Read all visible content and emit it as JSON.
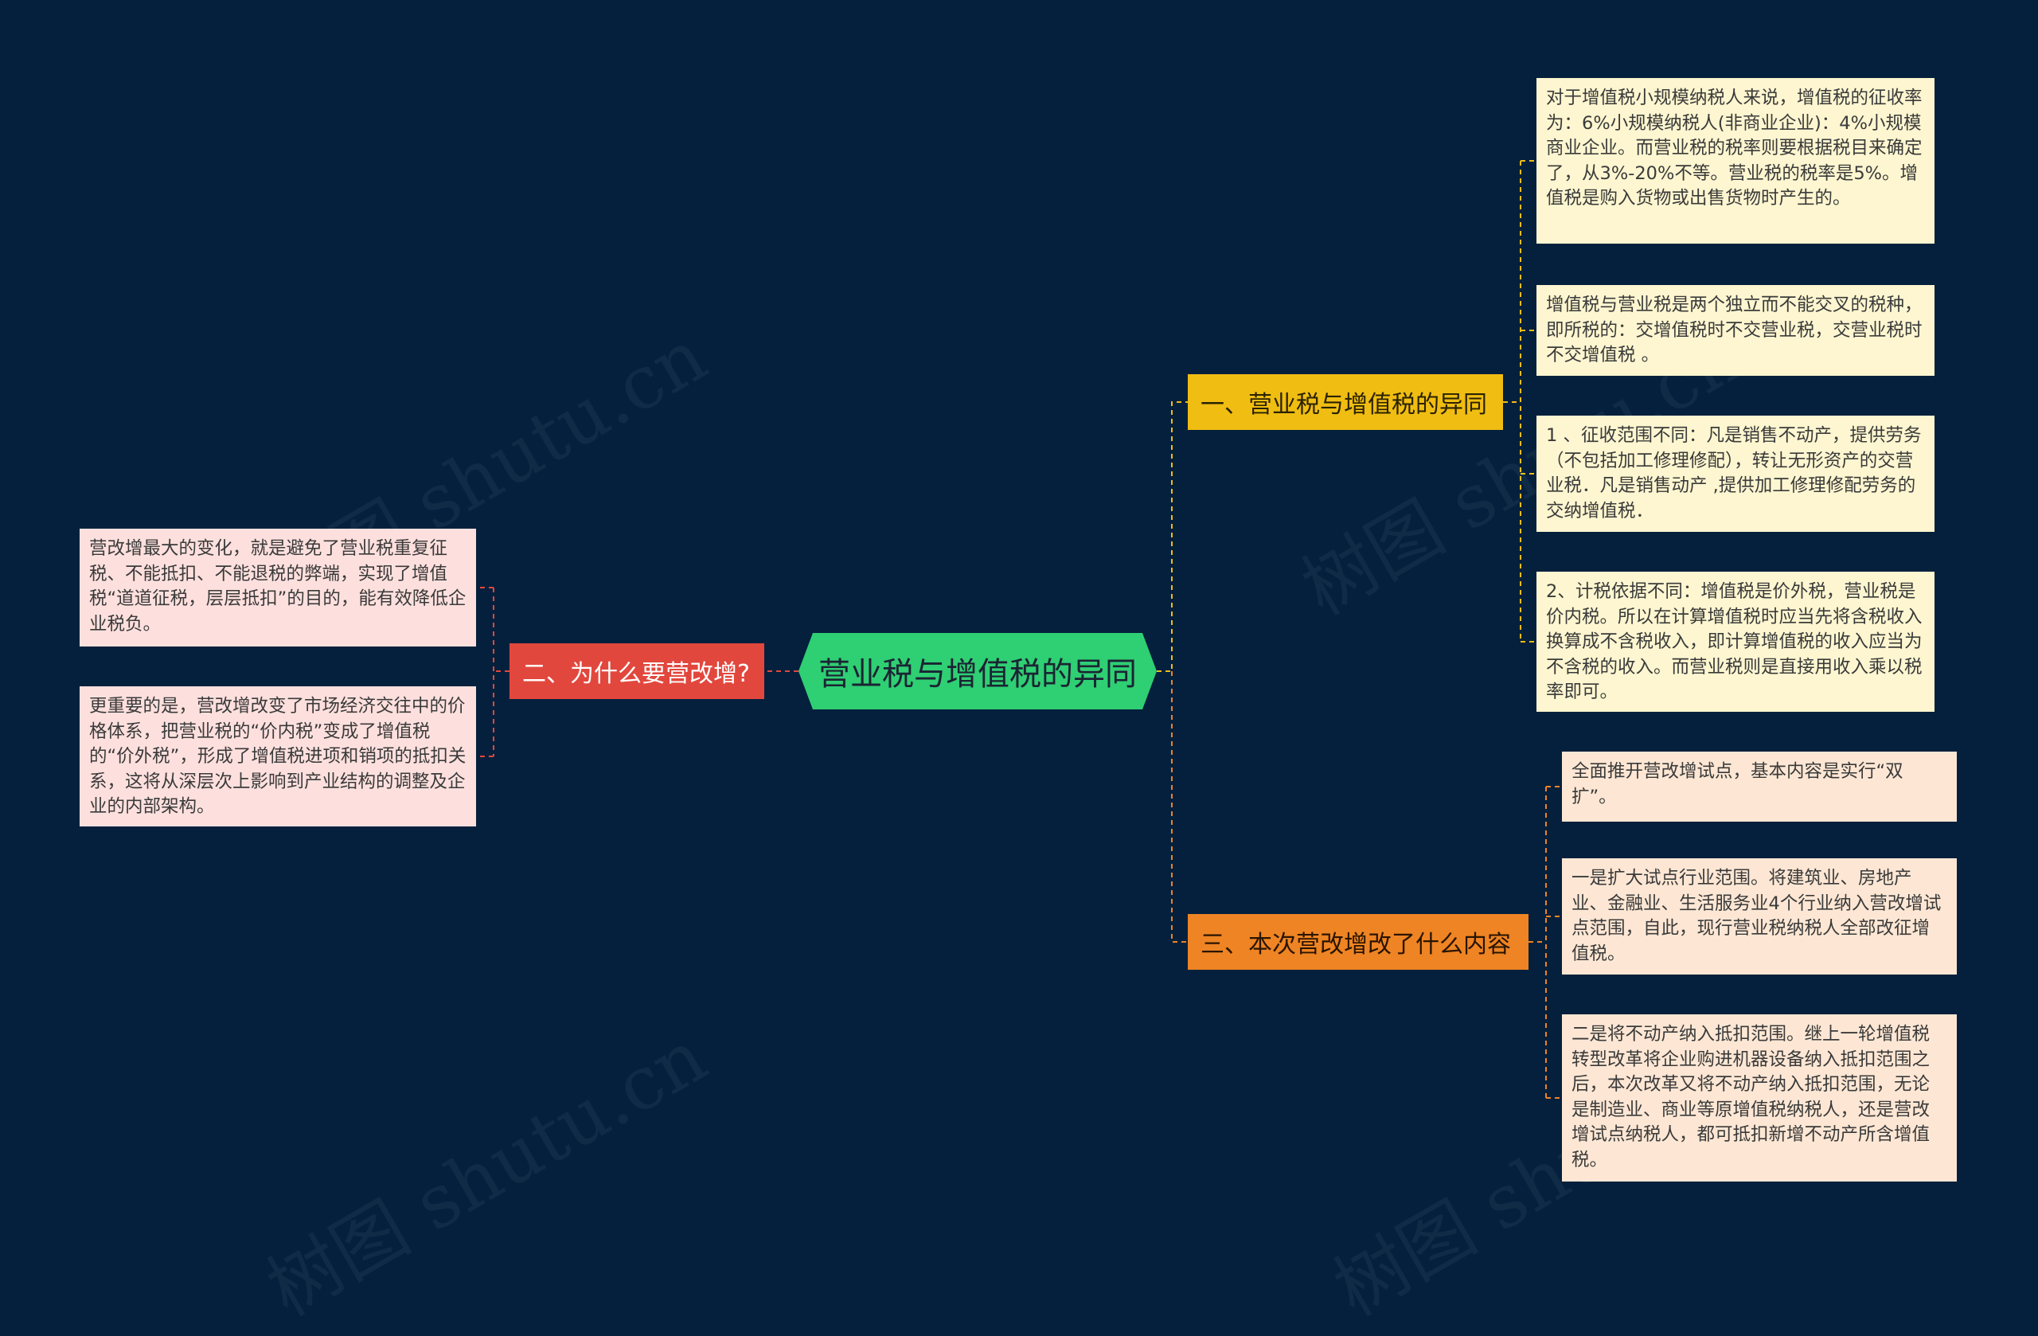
{
  "watermarks": [
    "树图 shutu.cn",
    "树图 shutu.cn",
    "树图 shutu.cn",
    "树图 shutu.cn"
  ],
  "colors": {
    "background": "#04203d",
    "root": "#2fcf73",
    "branch1": "#f0bd12",
    "branch2": "#e2473d",
    "branch3": "#ee8424"
  },
  "root": {
    "label": "营业税与增值税的异同"
  },
  "branches": [
    {
      "label": "一、营业税与增值税的异同",
      "leaves": [
        "对于增值税小规模纳税人来说，增值税的征收率为：6%小规模纳税人(非商业企业)：4%小规模商业企业。而营业税的税率则要根据税目来确定了，从3%-20%不等。营业税的税率是5%。增值税是购入货物或出售货物时产生的。",
        "增值税与营业税是两个独立而不能交叉的税种，即所税的：交增值税时不交营业税，交营业税时不交增值税 。",
        "1 、征收范围不同：凡是销售不动产，提供劳务（不包括加工修理修配），转让无形资产的交营业税．凡是销售动产 ,提供加工修理修配劳务的交纳增值税．",
        "2、计税依据不同：增值税是价外税，营业税是价内税。所以在计算增值税时应当先将含税收入换算成不含税收入，即计算增值税的收入应当为不含税的收入。而营业税则是直接用收入乘以税率即可。"
      ]
    },
    {
      "label": "二、为什么要营改增?",
      "leaves": [
        "营改增最大的变化，就是避免了营业税重复征税、不能抵扣、不能退税的弊端，实现了增值税“道道征税，层层抵扣”的目的，能有效降低企业税负。",
        "更重要的是，营改增改变了市场经济交往中的价格体系，把营业税的“价内税”变成了增值税的“价外税”，形成了增值税进项和销项的抵扣关系，这将从深层次上影响到产业结构的调整及企业的内部架构。"
      ]
    },
    {
      "label": "三、本次营改增改了什么内容",
      "leaves": [
        "全面推开营改增试点，基本内容是实行“双扩”。",
        "一是扩大试点行业范围。将建筑业、房地产业、金融业、生活服务业4个行业纳入营改增试点范围，自此，现行营业税纳税人全部改征增值税。",
        "二是将不动产纳入抵扣范围。继上一轮增值税转型改革将企业购进机器设备纳入抵扣范围之后，本次改革又将不动产纳入抵扣范围，无论是制造业、商业等原增值税纳税人，还是营改增试点纳税人，都可抵扣新增不动产所含增值税。"
      ]
    }
  ]
}
